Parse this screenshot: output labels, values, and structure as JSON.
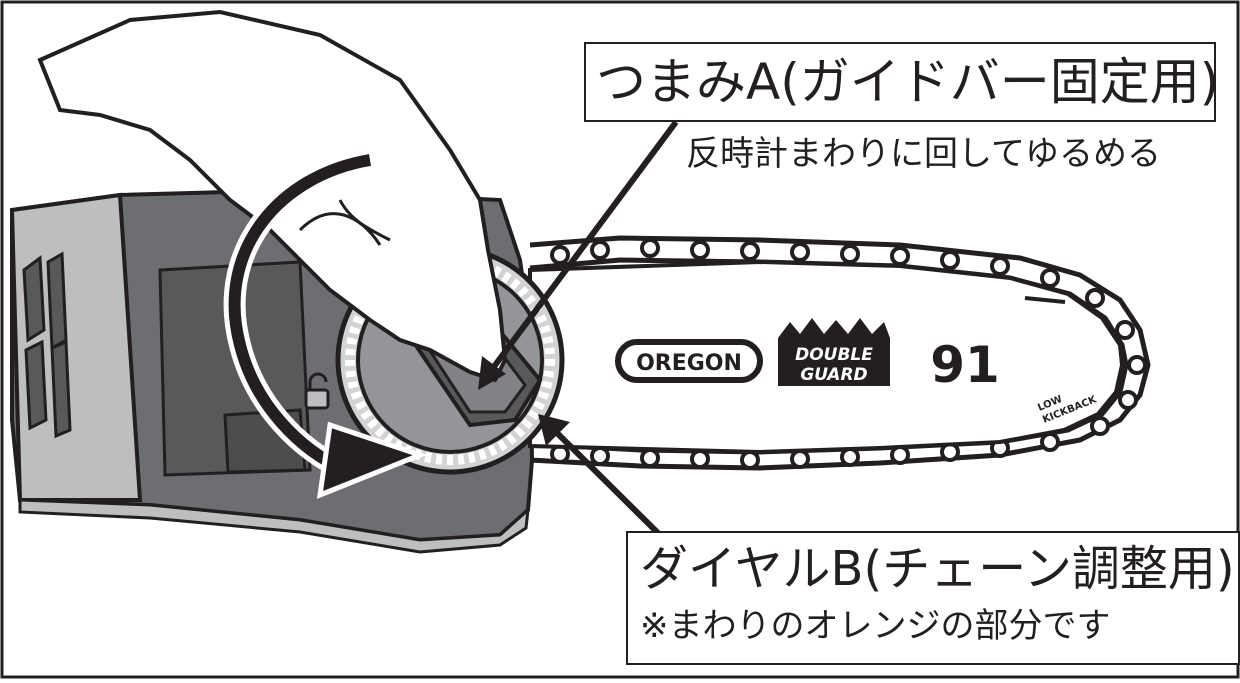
{
  "labels": {
    "knob_a": {
      "title": "つまみA(ガイドバー固定用)",
      "instruction": "反時計まわりに回してゆるめる"
    },
    "dial_b": {
      "title": "ダイヤルB(チェーン調整用)",
      "note": "※まわりのオレンジの部分です"
    }
  },
  "bar_markings": {
    "brand": "OREGON",
    "guard_line1": "DOUBLE",
    "guard_line2": "GUARD",
    "model_number": "91",
    "low": "LOW",
    "kickback": "KICKBACK"
  },
  "colors": {
    "outline": "#231f20",
    "body_dark": "#58595b",
    "body_mid": "#808285",
    "body_light": "#bcbec0",
    "knob_face": "#939598",
    "bar_fill": "#ffffff"
  }
}
